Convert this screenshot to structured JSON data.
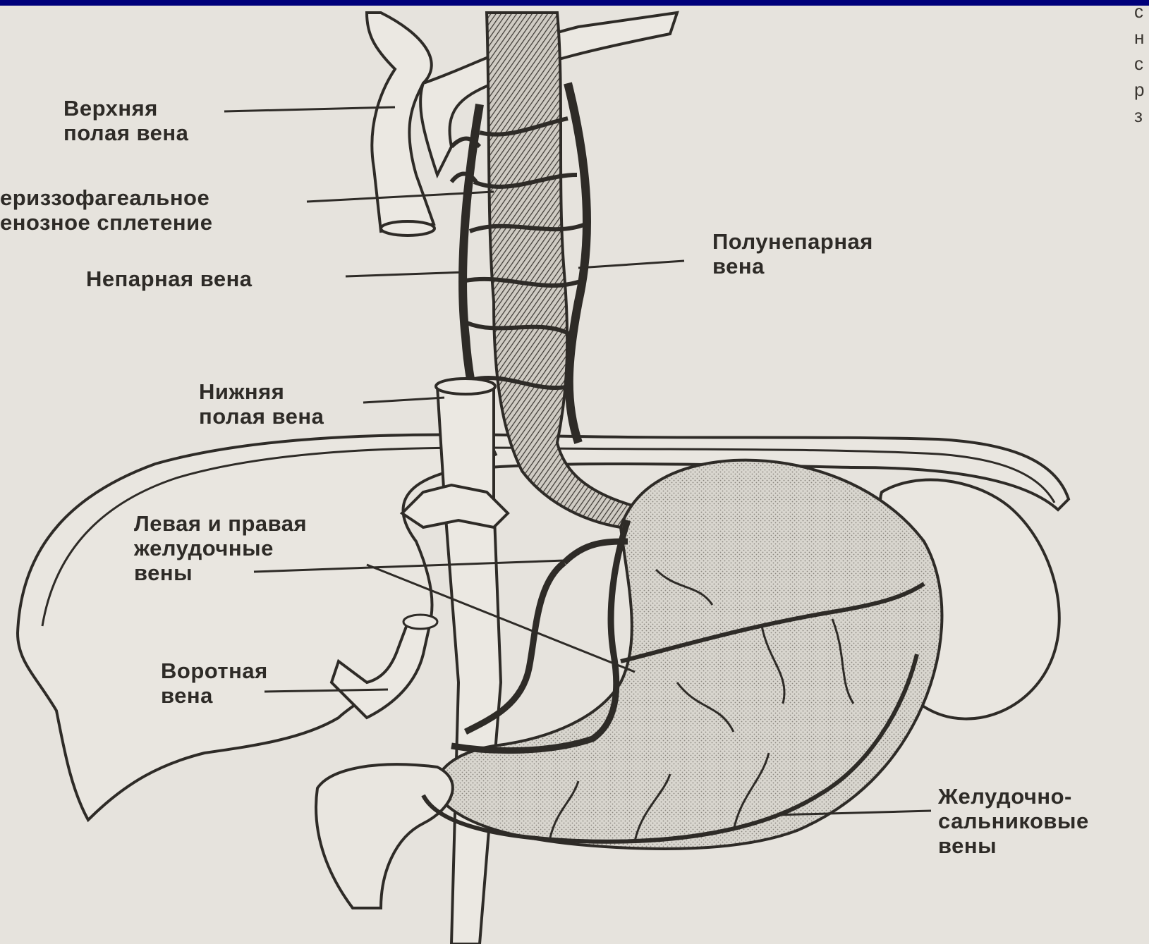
{
  "labels": {
    "svc": {
      "line1": "Верхняя",
      "line2": "полая вена"
    },
    "plexus": {
      "line1": "ериззофагеальное",
      "line2": "енозное сплетение"
    },
    "azygos": {
      "line1": "Непарная вена"
    },
    "hemiazygos": {
      "line1": "Полунепарная",
      "line2": "вена"
    },
    "ivc": {
      "line1": "Нижняя",
      "line2": "полая вена"
    },
    "gastric": {
      "line1": "Левая и правая",
      "line2": "желудочные",
      "line3": "вены"
    },
    "portal": {
      "line1": "Воротная",
      "line2": "вена"
    },
    "gastroepiploic": {
      "line1": "Желудочно-",
      "line2": "сальниковые",
      "line3": "вены"
    }
  },
  "edge_text": [
    "с",
    "н",
    "с",
    "р",
    "з"
  ],
  "colors": {
    "background": "#00007a",
    "paper": "#e6e3dd",
    "ink": "#2e2b27"
  }
}
